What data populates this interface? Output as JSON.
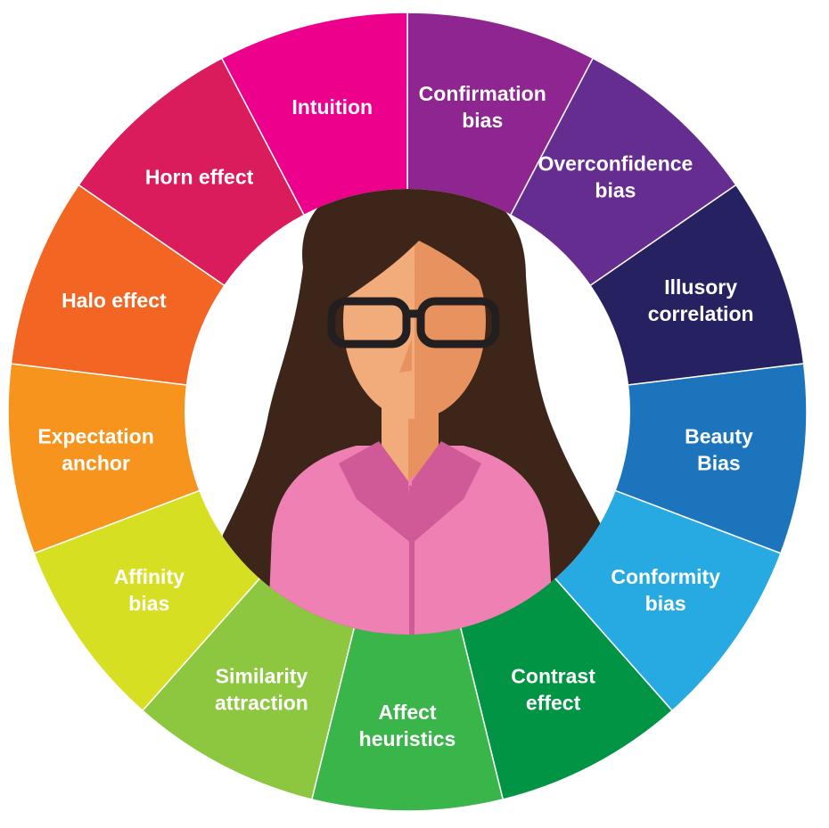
{
  "segments": [
    {
      "lines": [
        "Confirmation",
        "bias"
      ],
      "color": "#8e2590"
    },
    {
      "lines": [
        "Overconfidence",
        "bias"
      ],
      "color": "#662d91"
    },
    {
      "lines": [
        "Illusory",
        "correlation"
      ],
      "color": "#262262"
    },
    {
      "lines": [
        "Beauty",
        "Bias"
      ],
      "color": "#1c75bc"
    },
    {
      "lines": [
        "Conformity",
        "bias"
      ],
      "color": "#27aae1"
    },
    {
      "lines": [
        "Contrast",
        "effect"
      ],
      "color": "#009444"
    },
    {
      "lines": [
        "Affect",
        "heuristics"
      ],
      "color": "#39b54a"
    },
    {
      "lines": [
        "Similarity",
        "attraction"
      ],
      "color": "#8dc63f"
    },
    {
      "lines": [
        "Affinity",
        "bias"
      ],
      "color": "#d7df23"
    },
    {
      "lines": [
        "Expectation",
        "anchor"
      ],
      "color": "#f7941d"
    },
    {
      "lines": [
        "Halo effect"
      ],
      "color": "#f26522"
    },
    {
      "lines": [
        "Horn effect"
      ],
      "color": "#da1c5c"
    },
    {
      "lines": [
        "Intuition"
      ],
      "color": "#ec008c"
    }
  ],
  "figure": {
    "hair": "#3d2519",
    "skin_light": "#f2ac7b",
    "skin_dark": "#e8925f",
    "shirt": "#ef80b4",
    "collar": "#cf5a97",
    "glasses": "#231f20"
  }
}
